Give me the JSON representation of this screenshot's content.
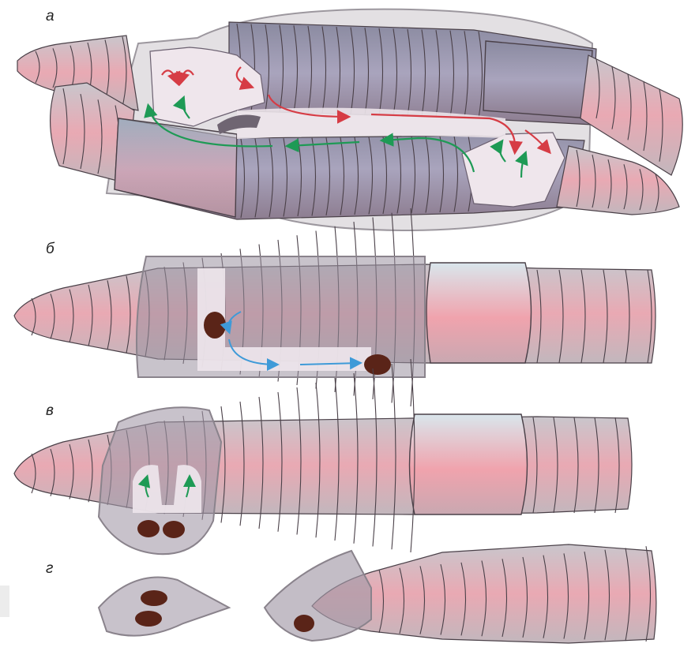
{
  "panels": {
    "a": {
      "label": "а"
    },
    "b": {
      "label": "б"
    },
    "v": {
      "label": "в"
    },
    "g": {
      "label": "г"
    }
  },
  "colors": {
    "sperm_flow": "#d63c45",
    "pair_flow": "#1e9a55",
    "egg_flow": "#3e9ad8",
    "egg": "#5a2418",
    "cocoon": "#b3b3b6",
    "segment_stroke": "#4a4048"
  }
}
